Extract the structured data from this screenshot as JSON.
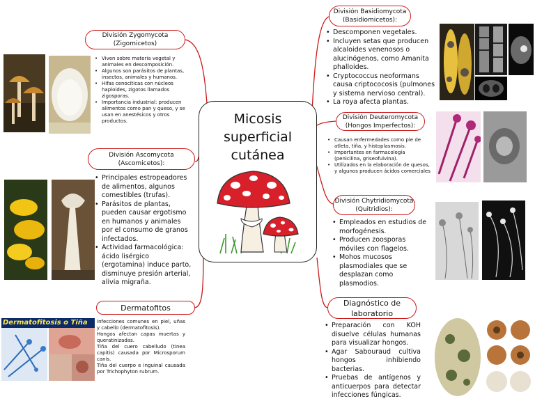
{
  "center": {
    "title_lines": [
      "Micosis",
      "superficial",
      "cutánea"
    ],
    "icon": "amanita-mushroom-icon"
  },
  "colors": {
    "branch": "#cc1a1a",
    "center_border": "#222222",
    "mushroom_cap": "#d8202a",
    "mushroom_spots": "#ffffff",
    "banner_bg": "#0a2a6a",
    "banner_text": "#ffe84a"
  },
  "zygomycota": {
    "title_lines": [
      "División Zygomycota",
      "(Zigomicetos)"
    ],
    "items": [
      "Viven sobre materia vegetal y animales en descomposición.",
      "Algunos son parásitos de plantas, insectos, animales y humanos.",
      "Hifas cenocíticas con núcleos haploides, zigotos llamados zigosporas.",
      "Importancia industrial: producen alimentos como pan y queso, y se usan en anestésicos y otros productos."
    ]
  },
  "ascomycota": {
    "title_lines": [
      "División Ascomycota",
      "(Ascomicetos):"
    ],
    "items": [
      "Principales estropeadores de alimentos, algunos comestibles (trufas).",
      "Parásitos de plantas, pueden causar ergotismo en humanos y animales por el consumo de granos infectados.",
      "Actividad farmacológica: ácido lisérgico (ergotamina) induce parto, disminuye presión arterial, alivia migraña."
    ]
  },
  "dermatofitos": {
    "title_lines": [
      "Dermatofitos"
    ],
    "banner": "Dermatofitosis o Tiña",
    "items": [
      "Infecciones comunes en piel, uñas y cabello (dermatofitosis).",
      "Hongos afectan capas muertas y queratinizadas.",
      "Tiña del cuero cabelludo (tinea capitis) causada por Microsporum canis.",
      "Tiña del cuerpo e inguinal causada por Trichophyton rubrum."
    ]
  },
  "basidiomycota": {
    "title_lines": [
      "División Basidiomycota",
      "(Basidiomicetos):"
    ],
    "items": [
      "Descomponen vegetales.",
      "Incluyen setas que producen alcaloides venenosos o alucinógenos, como Amanita phalloides.",
      "Cryptococcus neoformans causa criptococosis (pulmones y sistema nervioso central).",
      "La roya afecta plantas."
    ]
  },
  "deuteromycota": {
    "title_lines": [
      "División Deuteromycota",
      "(Hongos Imperfectos):"
    ],
    "items": [
      "Causan enfermedades como pie de atleta, tiña, y histoplasmosis.",
      "Importantes en farmacología (penicilina, griseofulvina).",
      "Utilizados en la elaboración de quesos, y algunos producen ácidos comerciales"
    ]
  },
  "chytridiomycota": {
    "title_lines": [
      "División Chytridiomycota",
      "(Quitridios):"
    ],
    "items": [
      "Empleados en estudios de morfogénesis.",
      "Producen zoosporas móviles con flagelos.",
      "Mohos mucosos plasmodiales que se desplazan como plasmodios."
    ]
  },
  "diagnostico": {
    "title_lines": [
      "Diagnóstico de",
      "laboratorio"
    ],
    "items": [
      "Preparación con KOH disuelve células humanas para visualizar hongos.",
      "Agar Sabouraud cultiva hongos inhibiendo bacterias.",
      "Pruebas de antígenos y anticuerpos para detectar infecciones fúngicas."
    ]
  }
}
